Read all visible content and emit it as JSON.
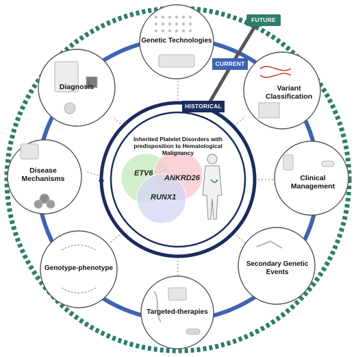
{
  "center": {
    "title_line1": "Inherited Platelet Disorders with",
    "title_line2": "predisposition to Hematological",
    "title_line3": "Malignancy",
    "genes": [
      "ETV6",
      "ANKRD26",
      "RUNX1"
    ]
  },
  "timeline": {
    "historical": "HISTORICAL",
    "current": "CURRENT",
    "future": "FUTURE"
  },
  "nodes": {
    "genetic_technologies": "Genetic Technologies",
    "variant_classification_1": "Variant",
    "variant_classification_2": "Classification",
    "clinical_management_1": "Clinical",
    "clinical_management_2": "Management",
    "secondary_events_1": "Secondary Genetic",
    "secondary_events_2": "Events",
    "targeted_therapies": "Targeted-therapies",
    "genotype_phenotype": "Genotype-phenotype",
    "disease_mechanisms_1": "Disease",
    "disease_mechanisms_2": "Mechanisms",
    "diagnosis": "Diagnosis"
  },
  "colors": {
    "outer_dashed_ring": "#2e7d6b",
    "blue_arc": "#3e63b3",
    "navy": "#1c2b5e",
    "future_tag": "#2e7d6b",
    "venn_green": "#c9ecc1",
    "venn_pink": "#f6c9cf",
    "venn_lavender": "#d3d5f3"
  }
}
